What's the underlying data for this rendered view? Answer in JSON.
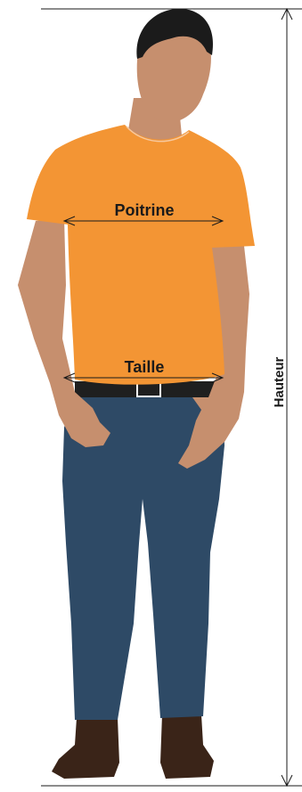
{
  "labels": {
    "chest": "Poitrine",
    "waist": "Taille",
    "height": "Hauteur"
  },
  "colors": {
    "skin": "#c68f6e",
    "hair": "#1b1b1b",
    "shirt": "#f39534",
    "jeans": "#2e4a66",
    "belt": "#1f1f1f",
    "shoes": "#3a2418",
    "lines": "#1a1a1a"
  },
  "icons": {
    "arrow": "double-headed-arrow-icon"
  }
}
